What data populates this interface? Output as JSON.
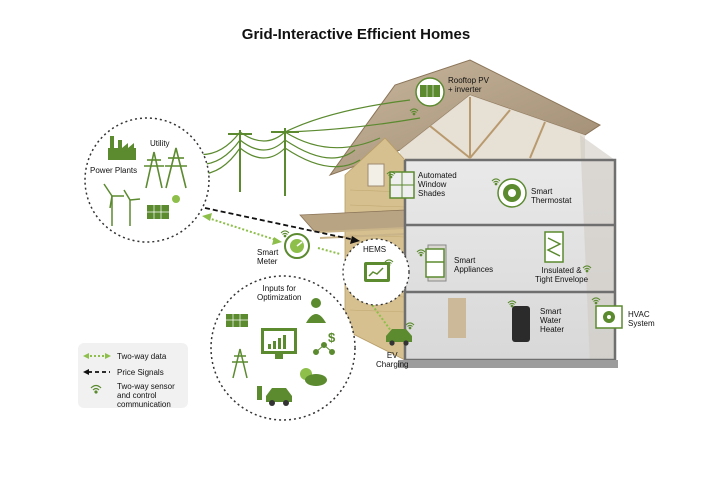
{
  "title": "Grid-Interactive Efficient Homes",
  "labels": {
    "utility": "Utility",
    "power_plants": "Power Plants",
    "smart_meter": "Smart\nMeter",
    "hems": "HEMS",
    "inputs": "Inputs for\nOptimization",
    "rooftop_pv": "Rooftop PV\n+ inverter",
    "window_shades": "Automated\nWindow\nShades",
    "smart_thermostat": "Smart\nThermostat",
    "smart_appliances": "Smart\nAppliances",
    "insulated": "Insulated &\nTight Envelope",
    "smart_water_heater": "Smart\nWater\nHeater",
    "hvac": "HVAC\nSystem",
    "ev_charging": "EV\nCharging"
  },
  "legend": {
    "two_way_data": "Two-way data",
    "price_signals": "Price Signals",
    "sensor": "Two-way sensor\nand control\ncommunication"
  },
  "icon_glyphs": {
    "dollar": "$"
  },
  "colors": {
    "green": "#5b8a2f",
    "light_green": "#8dbf4a",
    "dark": "#222222"
  }
}
